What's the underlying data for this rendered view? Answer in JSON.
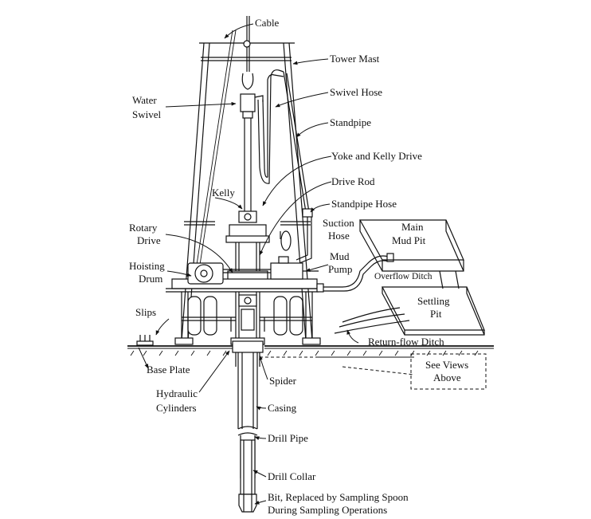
{
  "labels": {
    "cable": "Cable",
    "tower_mast": "Tower Mast",
    "water_swivel_1": "Water",
    "water_swivel_2": "Swivel",
    "swivel_hose": "Swivel Hose",
    "standpipe": "Standpipe",
    "yoke_kelly": "Yoke and Kelly Drive",
    "kelly": "Kelly",
    "drive_rod": "Drive Rod",
    "standpipe_hose": "Standpipe Hose",
    "rotary_drive_1": "Rotary",
    "rotary_drive_2": "Drive",
    "suction_hose_1": "Suction",
    "suction_hose_2": "Hose",
    "main_mud_pit_1": "Main",
    "main_mud_pit_2": "Mud Pit",
    "hoisting_drum_1": "Hoisting",
    "hoisting_drum_2": "Drum",
    "mud_pump_1": "Mud",
    "mud_pump_2": "Pump",
    "overflow_ditch": "Overflow Ditch",
    "settling_pit_1": "Settling",
    "settling_pit_2": "Pit",
    "slips": "Slips",
    "return_flow_ditch": "Return-flow Ditch",
    "base_plate": "Base Plate",
    "see_views_1": "See Views",
    "see_views_2": "Above",
    "spider": "Spider",
    "hydraulic_cyl_1": "Hydraulic",
    "hydraulic_cyl_2": "Cylinders",
    "casing": "Casing",
    "drill_pipe": "Drill Pipe",
    "drill_collar": "Drill Collar",
    "bit_1": "Bit, Replaced by Sampling Spoon",
    "bit_2": "During Sampling Operations"
  }
}
